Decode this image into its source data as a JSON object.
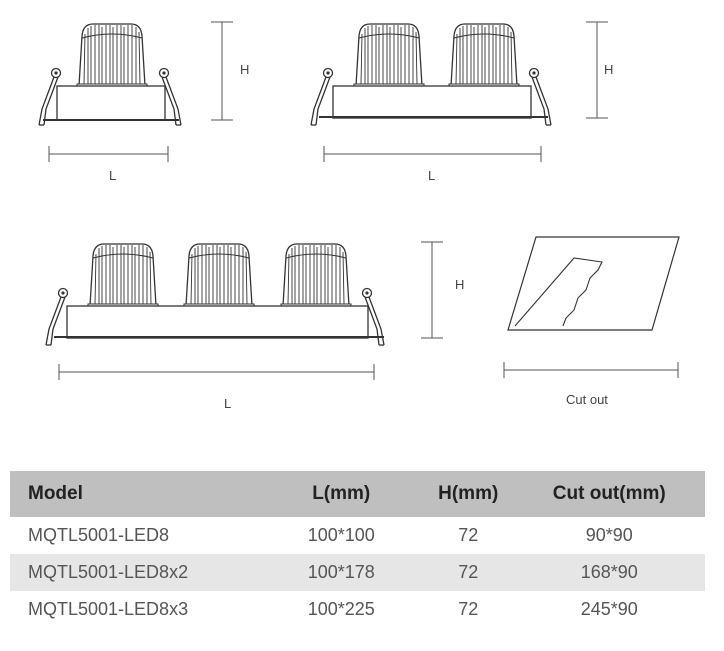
{
  "drawings": {
    "single": {
      "l_label": "L",
      "h_label": "H",
      "modules": 1
    },
    "double": {
      "l_label": "L",
      "h_label": "H",
      "modules": 2
    },
    "triple": {
      "l_label": "L",
      "h_label": "H",
      "modules": 3
    },
    "cutout": {
      "label": "Cut out"
    }
  },
  "table": {
    "headers": [
      "Model",
      "L(mm)",
      "H(mm)",
      "Cut out(mm)"
    ],
    "rows": [
      [
        "MQTL5001-LED8",
        "100*100",
        "72",
        "90*90"
      ],
      [
        "MQTL5001-LED8x2",
        "100*178",
        "72",
        "168*90"
      ],
      [
        "MQTL5001-LED8x3",
        "100*225",
        "72",
        "245*90"
      ]
    ]
  }
}
